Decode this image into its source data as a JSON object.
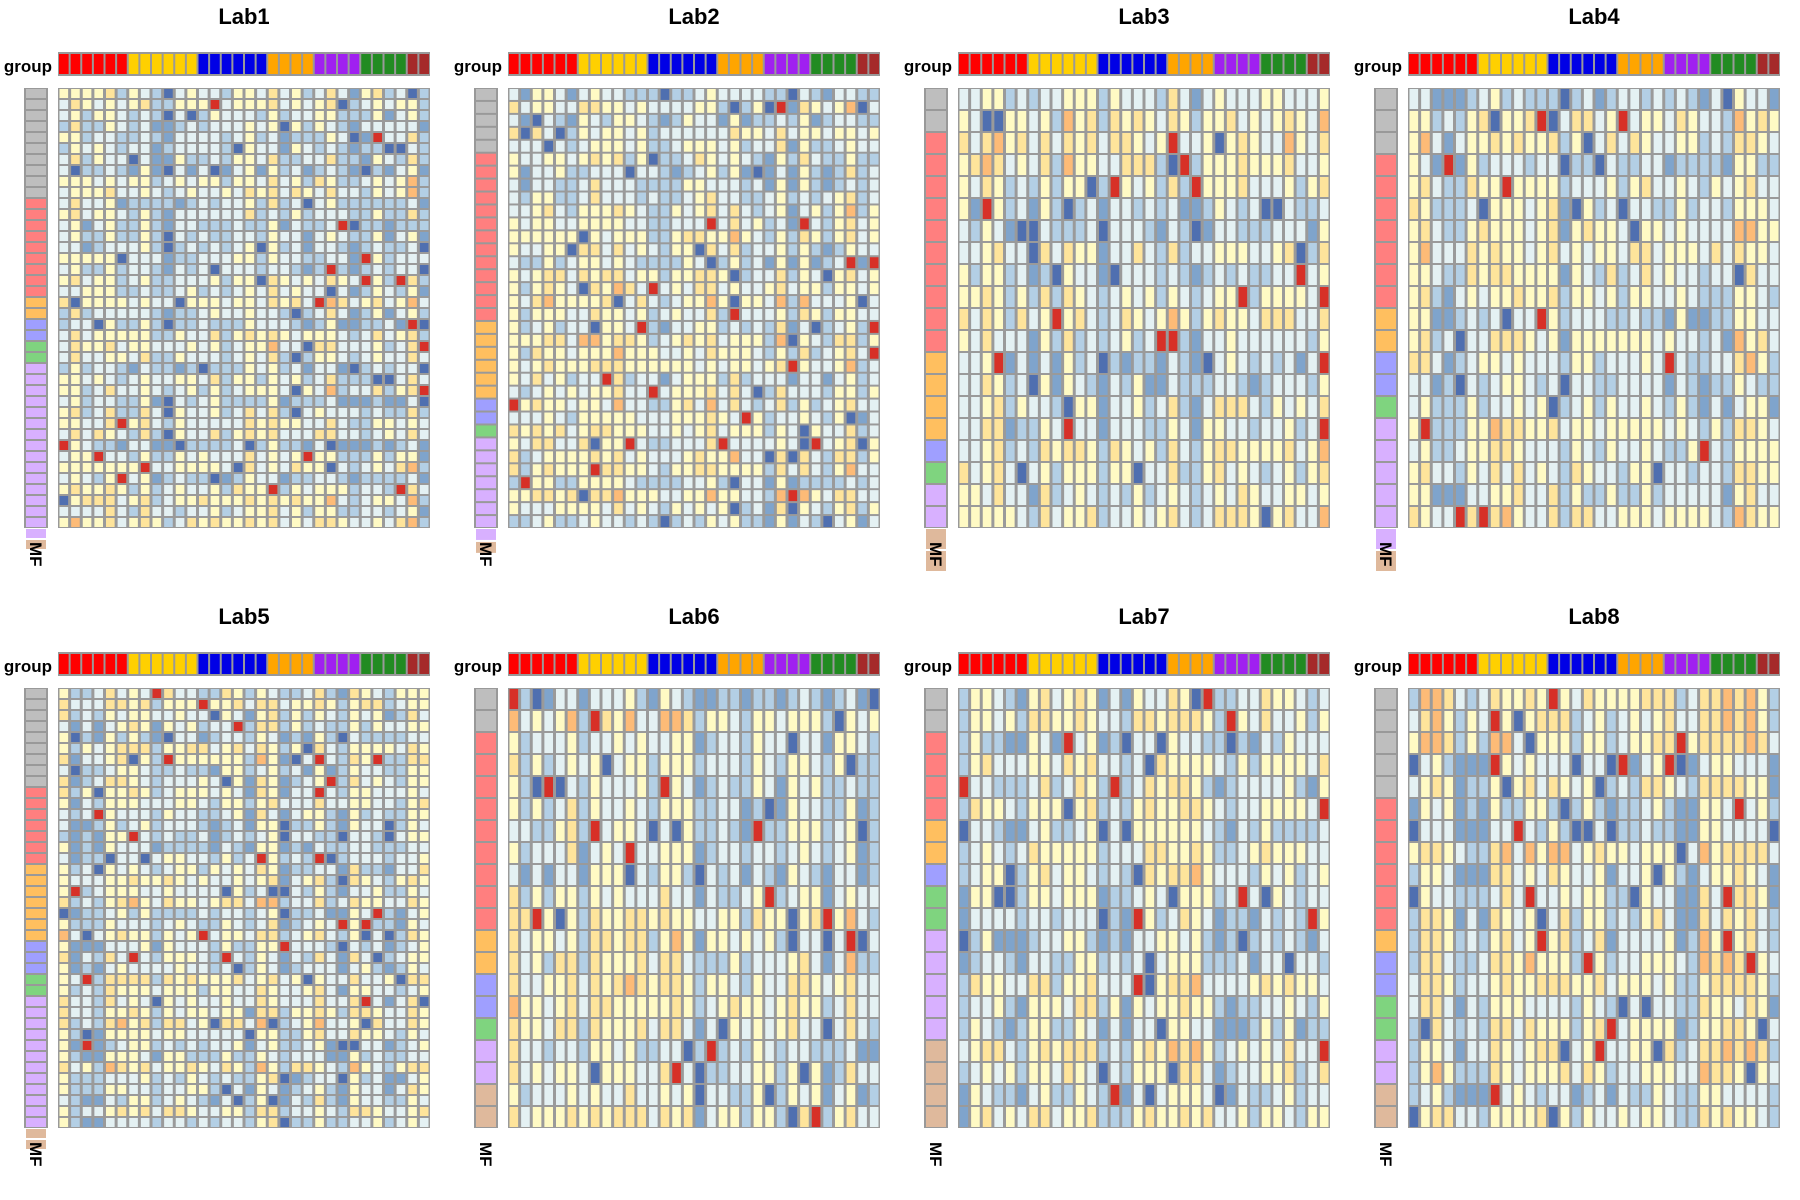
{
  "chart_data": {
    "type": "heatmap",
    "panels": [
      {
        "title": "Lab1"
      },
      {
        "title": "Lab2"
      },
      {
        "title": "Lab3"
      },
      {
        "title": "Lab4"
      },
      {
        "title": "Lab5"
      },
      {
        "title": "Lab6"
      },
      {
        "title": "Lab7"
      },
      {
        "title": "Lab8"
      }
    ],
    "column_annotation_label": "group",
    "row_annotation_label": "MF",
    "column_groups": [
      {
        "color": "#ff0000",
        "count": 6
      },
      {
        "color": "#ffd000",
        "count": 6
      },
      {
        "color": "#0000e6",
        "count": 6
      },
      {
        "color": "#ffa500",
        "count": 4
      },
      {
        "color": "#a020f0",
        "count": 4
      },
      {
        "color": "#228b22",
        "count": 4
      },
      {
        "color": "#a52a2a",
        "count": 2
      }
    ],
    "row_groups": [
      {
        "color": "#bebebe",
        "count": 10
      },
      {
        "color": "#ff7f7f",
        "count": 9
      },
      {
        "color": "#ffbf5f",
        "count": 2
      },
      {
        "color": "#9f9fff",
        "count": 2
      },
      {
        "color": "#7fd47f",
        "count": 2
      },
      {
        "color": "#d8b0ff",
        "count": 16
      },
      {
        "color": "#dfb99c",
        "count": 1
      }
    ],
    "panel_row_counts": [
      40,
      34,
      20,
      20,
      40,
      20,
      20,
      20
    ],
    "panel_row_groups": [
      [
        10,
        9,
        2,
        2,
        2,
        16,
        1
      ],
      [
        5,
        13,
        6,
        2,
        1,
        8,
        1
      ],
      [
        2,
        10,
        4,
        1,
        1,
        2,
        2
      ],
      [
        3,
        7,
        2,
        2,
        1,
        6,
        1
      ],
      [
        9,
        7,
        7,
        3,
        2,
        12,
        2
      ],
      [
        2,
        9,
        2,
        2,
        1,
        2,
        2
      ],
      [
        2,
        4,
        2,
        1,
        2,
        5,
        4
      ],
      [
        5,
        6,
        1,
        2,
        2,
        2,
        2
      ]
    ],
    "color_scale": [
      "#4f6fb0",
      "#7fa4cc",
      "#b3cfe5",
      "#e4f1f3",
      "#fffac4",
      "#fee49b",
      "#fdbb77",
      "#f28e5f",
      "#d73027"
    ],
    "legend": "none"
  }
}
